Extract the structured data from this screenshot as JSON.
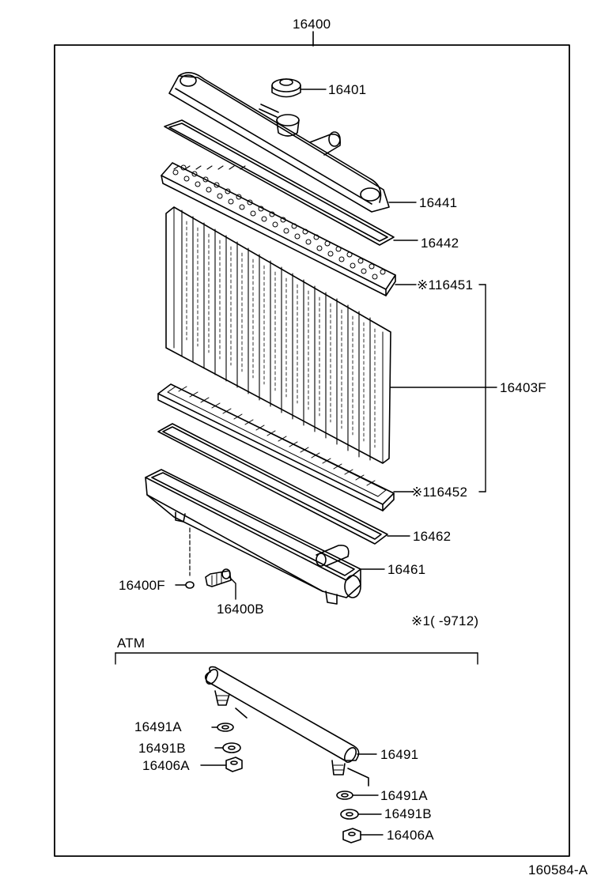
{
  "diagram": {
    "assembly_number": "16400",
    "drawing_code": "160584-A",
    "footnote": "※1(        -9712)",
    "atm_section_label": "ATM",
    "parts": [
      {
        "id": "cap",
        "number": "16401"
      },
      {
        "id": "upper-tank",
        "number": "16441"
      },
      {
        "id": "upper-gasket",
        "number": "16442"
      },
      {
        "id": "upper-plate",
        "number": "※116451"
      },
      {
        "id": "core",
        "number": "16403F"
      },
      {
        "id": "lower-plate",
        "number": "※116452"
      },
      {
        "id": "lower-gasket",
        "number": "16462"
      },
      {
        "id": "lower-tank",
        "number": "16461"
      },
      {
        "id": "drain-oring",
        "number": "16400F"
      },
      {
        "id": "drain-cock",
        "number": "16400B"
      },
      {
        "id": "atm-washer-a-left",
        "number": "16491A"
      },
      {
        "id": "atm-washer-b-left",
        "number": "16491B"
      },
      {
        "id": "atm-nut-left",
        "number": "16406A"
      },
      {
        "id": "oil-cooler-pipe",
        "number": "16491"
      },
      {
        "id": "atm-washer-a-right",
        "number": "16491A"
      },
      {
        "id": "atm-washer-b-right",
        "number": "16491B"
      },
      {
        "id": "atm-nut-right",
        "number": "16406A"
      }
    ]
  }
}
